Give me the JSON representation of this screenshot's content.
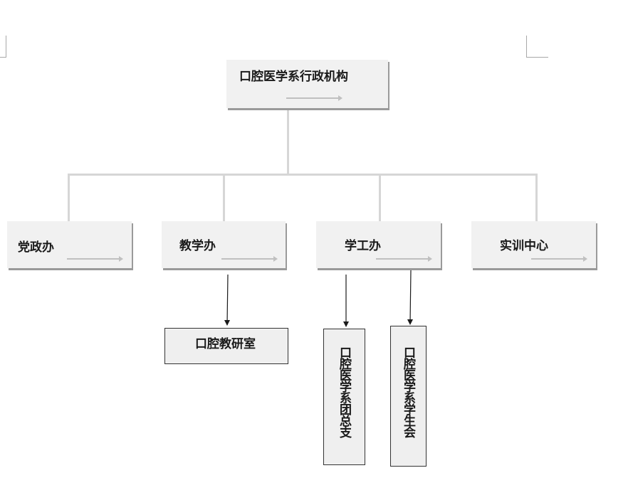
{
  "diagram": {
    "root": {
      "label": "口腔医学系行政机构"
    },
    "departments": [
      {
        "label": "党政办"
      },
      {
        "label": "教学办"
      },
      {
        "label": "学工办"
      },
      {
        "label": "实训中心"
      }
    ],
    "sub_units": [
      {
        "label": "口腔教研室",
        "parent": "教学办"
      },
      {
        "label": "口腔医学系团总支",
        "parent": "学工办"
      },
      {
        "label": "口腔医学系学生会",
        "parent": "学工办"
      }
    ]
  },
  "colors": {
    "box_fill": "#f1f1f1",
    "box_shadow": "#9a9a9a",
    "connector": "#d6d6d6",
    "arrow": "#1a1a1a"
  }
}
